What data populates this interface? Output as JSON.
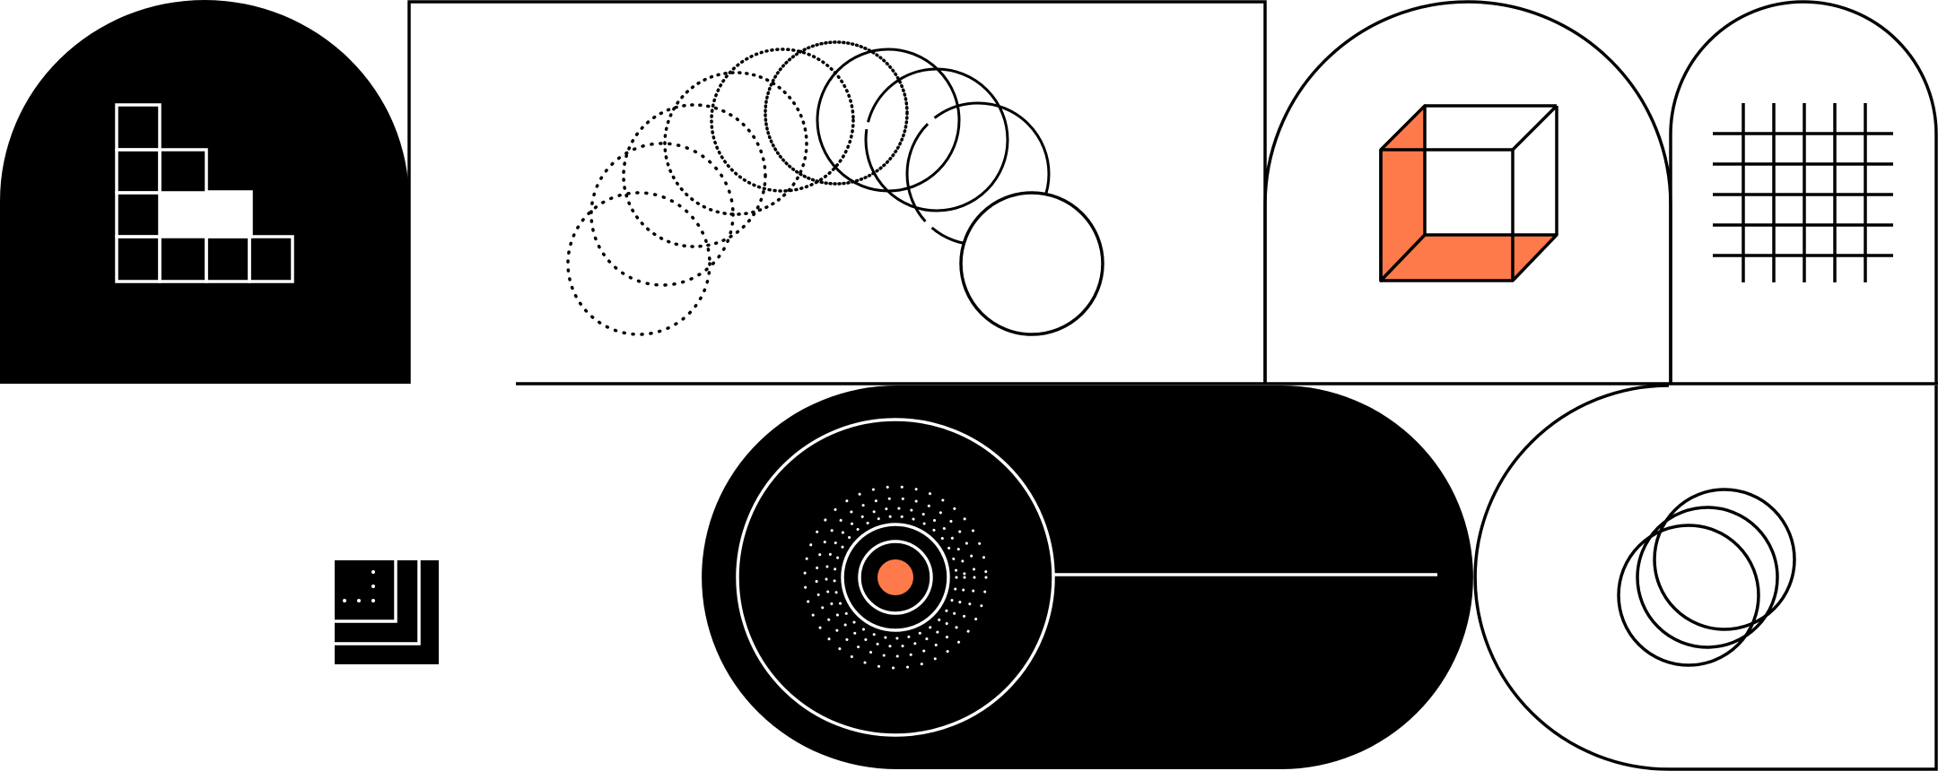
{
  "colors": {
    "ink": "#000000",
    "paper": "#ffffff",
    "accent": "#ff7a4a"
  },
  "tiles": [
    {
      "id": "stair-block",
      "icon": "staircase-grid-icon"
    },
    {
      "id": "spiral-circles",
      "icon": "overlapping-circles-arc-icon"
    },
    {
      "id": "wireframe-cube",
      "icon": "cube-icon"
    },
    {
      "id": "hash-grid",
      "icon": "grid-lines-icon"
    },
    {
      "id": "nested-squares",
      "icon": "nested-squares-icon"
    },
    {
      "id": "target-pill",
      "icon": "target-rings-icon"
    },
    {
      "id": "ring-cluster",
      "icon": "overlapping-rings-icon"
    }
  ]
}
